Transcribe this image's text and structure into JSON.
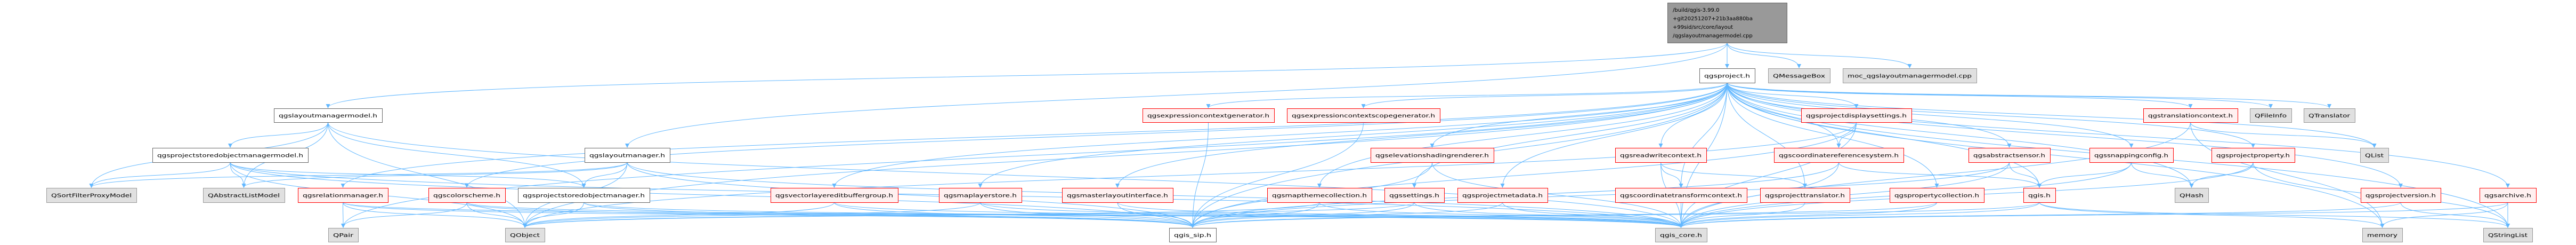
{
  "graph": {
    "nodes": [
      {
        "id": "root",
        "kind": "root",
        "lines": [
          "/build/qgis-3.99.0",
          "+git20251207+21b3aa880ba",
          "+99sid/src/core/layout",
          "/qgslayoutmanagermodel.cpp"
        ]
      },
      {
        "id": "qgsproject",
        "kind": "file",
        "label": "qgsproject.h"
      },
      {
        "id": "qmessagebox",
        "kind": "ext",
        "label": "QMessageBox"
      },
      {
        "id": "moc",
        "kind": "ext",
        "label": "moc_qgslayoutmanagermodel.cpp"
      },
      {
        "id": "layoutmanagermodel",
        "kind": "file",
        "label": "qgslayoutmanagermodel.h"
      },
      {
        "id": "exprctxgen",
        "kind": "red",
        "label": "qgsexpressioncontextgenerator.h"
      },
      {
        "id": "exprscopegen",
        "kind": "red",
        "label": "qgsexpressioncontextscopegenerator.h"
      },
      {
        "id": "displaysettings",
        "kind": "red",
        "label": "qgsprojectdisplaysettings.h"
      },
      {
        "id": "translationcontext",
        "kind": "red",
        "label": "qgstranslationcontext.h"
      },
      {
        "id": "qfileinfo",
        "kind": "ext",
        "label": "QFileInfo"
      },
      {
        "id": "qtranslator",
        "kind": "ext",
        "label": "QTranslator"
      },
      {
        "id": "storedmodel",
        "kind": "file",
        "label": "qgsprojectstoredobjectmanagermodel.h"
      },
      {
        "id": "layoutmanager",
        "kind": "file",
        "label": "qgslayoutmanager.h"
      },
      {
        "id": "elevation",
        "kind": "red",
        "label": "qgselevationshadingrenderer.h"
      },
      {
        "id": "readwrite",
        "kind": "red",
        "label": "qgsreadwritecontext.h"
      },
      {
        "id": "crs",
        "kind": "red",
        "label": "qgscoordinatereferencesystem.h"
      },
      {
        "id": "sensor",
        "kind": "red",
        "label": "qgsabstractsensor.h"
      },
      {
        "id": "snapping",
        "kind": "red",
        "label": "qgssnappingconfig.h"
      },
      {
        "id": "projprop",
        "kind": "red",
        "label": "qgsprojectproperty.h"
      },
      {
        "id": "qlist",
        "kind": "ext",
        "label": "QList"
      },
      {
        "id": "qsfpm",
        "kind": "ext",
        "label": "QSortFilterProxyModel"
      },
      {
        "id": "qalm",
        "kind": "ext",
        "label": "QAbstractListModel"
      },
      {
        "id": "relation",
        "kind": "red",
        "label": "qgsrelationmanager.h"
      },
      {
        "id": "colorscheme",
        "kind": "red",
        "label": "qgscolorscheme.h"
      },
      {
        "id": "storedmgr",
        "kind": "file",
        "label": "qgsprojectstoredobjectmanager.h"
      },
      {
        "id": "editbuffer",
        "kind": "red",
        "label": "qgsvectorlayereditbuffergroup.h"
      },
      {
        "id": "layerstore",
        "kind": "red",
        "label": "qgsmaplayerstore.h"
      },
      {
        "id": "masterlayout",
        "kind": "red",
        "label": "qgsmasterlayoutinterface.h"
      },
      {
        "id": "maptheme",
        "kind": "red",
        "label": "qgsmapthemecollection.h"
      },
      {
        "id": "settings",
        "kind": "red",
        "label": "qgssettings.h"
      },
      {
        "id": "metadata",
        "kind": "red",
        "label": "qgsprojectmetadata.h"
      },
      {
        "id": "ctc",
        "kind": "red",
        "label": "qgscoordinatetransformcontext.h"
      },
      {
        "id": "translator",
        "kind": "red",
        "label": "qgsprojecttranslator.h"
      },
      {
        "id": "propcoll",
        "kind": "red",
        "label": "qgspropertycollection.h"
      },
      {
        "id": "qgis",
        "kind": "red",
        "label": "qgis.h"
      },
      {
        "id": "qhash",
        "kind": "ext",
        "label": "QHash"
      },
      {
        "id": "version",
        "kind": "red",
        "label": "qgsprojectversion.h"
      },
      {
        "id": "archive",
        "kind": "red",
        "label": "qgsarchive.h"
      },
      {
        "id": "qpair",
        "kind": "ext",
        "label": "QPair"
      },
      {
        "id": "qobject",
        "kind": "ext",
        "label": "QObject"
      },
      {
        "id": "qgis_sip",
        "kind": "file",
        "label": "qgis_sip.h"
      },
      {
        "id": "qgis_core",
        "kind": "ext",
        "label": "qgis_core.h"
      },
      {
        "id": "memory",
        "kind": "ext",
        "label": "memory"
      },
      {
        "id": "qstringlist",
        "kind": "ext",
        "label": "QStringList"
      }
    ],
    "edges": [
      [
        "root",
        "qgsproject"
      ],
      [
        "root",
        "qmessagebox"
      ],
      [
        "root",
        "moc"
      ],
      [
        "root",
        "layoutmanagermodel"
      ],
      [
        "root",
        "layoutmanager"
      ],
      [
        "layoutmanagermodel",
        "storedmodel"
      ],
      [
        "layoutmanagermodel",
        "qsfpm"
      ],
      [
        "layoutmanagermodel",
        "qalm"
      ],
      [
        "layoutmanagermodel",
        "qobject"
      ],
      [
        "layoutmanagermodel",
        "qgis_core"
      ],
      [
        "layoutmanagermodel",
        "storedmgr"
      ],
      [
        "storedmodel",
        "qsfpm"
      ],
      [
        "storedmodel",
        "qalm"
      ],
      [
        "storedmodel",
        "qobject"
      ],
      [
        "storedmodel",
        "qgis_core"
      ],
      [
        "storedmodel",
        "qgis_sip"
      ],
      [
        "storedmodel",
        "storedmgr"
      ],
      [
        "layoutmanager",
        "storedmgr"
      ],
      [
        "layoutmanager",
        "qgis_core"
      ],
      [
        "layoutmanager",
        "qgis_sip"
      ],
      [
        "layoutmanager",
        "qobject"
      ],
      [
        "layoutmanager",
        "qalm"
      ],
      [
        "layoutmanager",
        "qsfpm"
      ],
      [
        "qgsproject",
        "exprctxgen"
      ],
      [
        "qgsproject",
        "exprscopegen"
      ],
      [
        "qgsproject",
        "displaysettings"
      ],
      [
        "qgsproject",
        "translationcontext"
      ],
      [
        "qgsproject",
        "qfileinfo"
      ],
      [
        "qgsproject",
        "qtranslator"
      ],
      [
        "qgsproject",
        "elevation"
      ],
      [
        "qgsproject",
        "readwrite"
      ],
      [
        "qgsproject",
        "crs"
      ],
      [
        "qgsproject",
        "sensor"
      ],
      [
        "qgsproject",
        "snapping"
      ],
      [
        "qgsproject",
        "projprop"
      ],
      [
        "qgsproject",
        "qlist"
      ],
      [
        "qgsproject",
        "relation"
      ],
      [
        "qgsproject",
        "colorscheme"
      ],
      [
        "qgsproject",
        "editbuffer"
      ],
      [
        "qgsproject",
        "layerstore"
      ],
      [
        "qgsproject",
        "masterlayout"
      ],
      [
        "qgsproject",
        "maptheme"
      ],
      [
        "qgsproject",
        "settings"
      ],
      [
        "qgsproject",
        "metadata"
      ],
      [
        "qgsproject",
        "ctc"
      ],
      [
        "qgsproject",
        "translator"
      ],
      [
        "qgsproject",
        "propcoll"
      ],
      [
        "qgsproject",
        "qgis"
      ],
      [
        "qgsproject",
        "qhash"
      ],
      [
        "qgsproject",
        "version"
      ],
      [
        "qgsproject",
        "archive"
      ],
      [
        "qgsproject",
        "qpair"
      ],
      [
        "qgsproject",
        "qobject"
      ],
      [
        "qgsproject",
        "qgis_sip"
      ],
      [
        "qgsproject",
        "qgis_core"
      ],
      [
        "qgsproject",
        "memory"
      ],
      [
        "qgsproject",
        "qstringlist"
      ],
      [
        "relation",
        "qpair"
      ],
      [
        "relation",
        "qobject"
      ],
      [
        "relation",
        "qgis_core"
      ],
      [
        "relation",
        "qgis_sip"
      ],
      [
        "colorscheme",
        "qpair"
      ],
      [
        "colorscheme",
        "qobject"
      ],
      [
        "colorscheme",
        "qgis_core"
      ],
      [
        "colorscheme",
        "qgis_sip"
      ],
      [
        "storedmgr",
        "qobject"
      ],
      [
        "storedmgr",
        "qgis_core"
      ],
      [
        "storedmgr",
        "qgis_sip"
      ],
      [
        "editbuffer",
        "qobject"
      ],
      [
        "editbuffer",
        "qgis_core"
      ],
      [
        "editbuffer",
        "qgis_sip"
      ],
      [
        "layerstore",
        "qobject"
      ],
      [
        "layerstore",
        "qgis_core"
      ],
      [
        "layerstore",
        "qgis_sip"
      ],
      [
        "masterlayout",
        "qgis_core"
      ],
      [
        "masterlayout",
        "qgis_sip"
      ],
      [
        "maptheme",
        "qobject"
      ],
      [
        "maptheme",
        "qgis_core"
      ],
      [
        "maptheme",
        "qgis_sip"
      ],
      [
        "settings",
        "qobject"
      ],
      [
        "settings",
        "qgis_core"
      ],
      [
        "settings",
        "qgis_sip"
      ],
      [
        "metadata",
        "qgis_core"
      ],
      [
        "metadata",
        "qgis_sip"
      ],
      [
        "ctc",
        "qgis_core"
      ],
      [
        "translator",
        "qgis_core"
      ],
      [
        "propcoll",
        "qgis_core"
      ],
      [
        "propcoll",
        "qgis_sip"
      ],
      [
        "elevation",
        "qgis_core"
      ],
      [
        "elevation",
        "qgis_sip"
      ],
      [
        "exprscopegen",
        "qgis_sip"
      ],
      [
        "exprctxgen",
        "qgis_sip"
      ],
      [
        "readwrite",
        "ctc"
      ],
      [
        "readwrite",
        "translator"
      ],
      [
        "readwrite",
        "qgis_core"
      ],
      [
        "displaysettings",
        "crs"
      ],
      [
        "displaysettings",
        "qgis_core"
      ],
      [
        "displaysettings",
        "qgis_sip"
      ],
      [
        "displaysettings",
        "qobject"
      ],
      [
        "crs",
        "qgis_core"
      ],
      [
        "crs",
        "qgis"
      ],
      [
        "crs",
        "qgis_sip"
      ],
      [
        "sensor",
        "qgis"
      ],
      [
        "sensor",
        "qgis_core"
      ],
      [
        "sensor",
        "qgis_sip"
      ],
      [
        "snapping",
        "qgis"
      ],
      [
        "snapping",
        "qhash"
      ],
      [
        "snapping",
        "qgis_core"
      ],
      [
        "projprop",
        "qhash"
      ],
      [
        "projprop",
        "qgis_core"
      ],
      [
        "projprop",
        "qstringlist"
      ],
      [
        "translationcontext",
        "qlist"
      ],
      [
        "translationcontext",
        "qgis_core"
      ],
      [
        "translationcontext",
        "memory"
      ],
      [
        "qgis",
        "memory"
      ],
      [
        "qgis",
        "qgis_core"
      ],
      [
        "qgis",
        "qgis_sip"
      ],
      [
        "qgis",
        "qstringlist"
      ],
      [
        "version",
        "qstringlist"
      ],
      [
        "version",
        "qgis_core"
      ],
      [
        "archive",
        "memory"
      ],
      [
        "archive",
        "qstringlist"
      ],
      [
        "archive",
        "qgis_core"
      ]
    ],
    "colors": {
      "edge": "#63b8ff",
      "root_fill": "#999999",
      "red_border": "#ff0000",
      "ext_fill": "#e0e0e0"
    }
  }
}
